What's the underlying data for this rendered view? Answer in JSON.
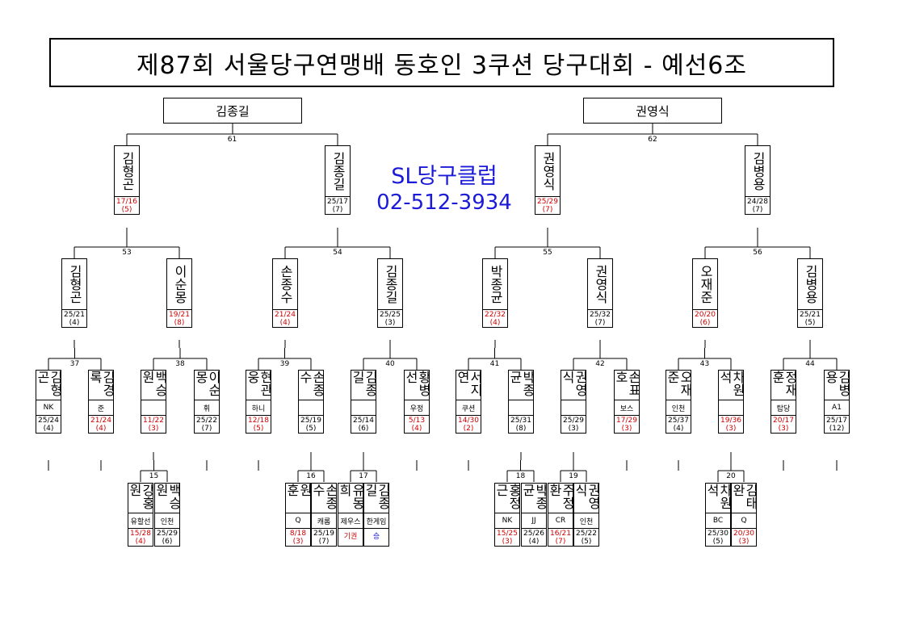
{
  "title": "제87회 서울당구연맹배 동호인 3쿠션 당구대회 - 예선6조",
  "sponsor": {
    "name": "SL당구클럽",
    "phone": "02-512-3934"
  },
  "finalists": [
    "김종길",
    "권영식"
  ],
  "colors": {
    "win": "#000000",
    "loss": "#d00000",
    "sponsor": "#1a1ad8"
  },
  "match_numbers": [
    "61",
    "62",
    "53",
    "54",
    "55",
    "56",
    "37",
    "38",
    "39",
    "40",
    "41",
    "42",
    "43",
    "44",
    "15",
    "16",
    "17",
    "18",
    "19",
    "20"
  ],
  "players": [
    {
      "name": "김형곤",
      "club": "",
      "score": "17/16",
      "hr": "(5)",
      "loss": true
    },
    {
      "name": "김종길",
      "club": "",
      "score": "25/17",
      "hr": "(7)",
      "loss": false
    },
    {
      "name": "권영식",
      "club": "",
      "score": "25/29",
      "hr": "(7)",
      "loss": true
    },
    {
      "name": "김병용",
      "club": "",
      "score": "24/28",
      "hr": "(7)",
      "loss": false
    },
    {
      "name": "김형곤",
      "club": "",
      "score": "25/21",
      "hr": "(4)",
      "loss": false
    },
    {
      "name": "이순몽",
      "club": "",
      "score": "19/21",
      "hr": "(8)",
      "loss": true
    },
    {
      "name": "손종수",
      "club": "",
      "score": "21/24",
      "hr": "(4)",
      "loss": true
    },
    {
      "name": "김종길",
      "club": "",
      "score": "25/25",
      "hr": "(3)",
      "loss": false
    },
    {
      "name": "박종균",
      "club": "",
      "score": "22/32",
      "hr": "(4)",
      "loss": true
    },
    {
      "name": "권영식",
      "club": "",
      "score": "25/32",
      "hr": "(7)",
      "loss": false
    },
    {
      "name": "오재준",
      "club": "",
      "score": "20/20",
      "hr": "(6)",
      "loss": true
    },
    {
      "name": "김병용",
      "club": "",
      "score": "25/21",
      "hr": "(5)",
      "loss": false
    },
    {
      "name": "김형곤",
      "club": "NK",
      "score": "25/24",
      "hr": "(4)",
      "loss": false
    },
    {
      "name": "김경록",
      "club": "준",
      "score": "21/24",
      "hr": "(4)",
      "loss": true
    },
    {
      "name": "백승원",
      "club": "",
      "score": "11/22",
      "hr": "(3)",
      "loss": true
    },
    {
      "name": "이순몽",
      "club": "휘",
      "score": "25/22",
      "hr": "(7)",
      "loss": false
    },
    {
      "name": "현관웅",
      "club": "하니",
      "score": "12/18",
      "hr": "(5)",
      "loss": true
    },
    {
      "name": "손종수",
      "club": "",
      "score": "25/19",
      "hr": "(5)",
      "loss": false
    },
    {
      "name": "김종길",
      "club": "",
      "score": "25/14",
      "hr": "(6)",
      "loss": false
    },
    {
      "name": "황병선",
      "club": "우정",
      "score": "5/13",
      "hr": "(4)",
      "loss": true
    },
    {
      "name": "서지연",
      "club": "쿠션",
      "score": "14/30",
      "hr": "(2)",
      "loss": true
    },
    {
      "name": "박종균",
      "club": "",
      "score": "25/31",
      "hr": "(8)",
      "loss": false
    },
    {
      "name": "권영식",
      "club": "",
      "score": "25/29",
      "hr": "(3)",
      "loss": false
    },
    {
      "name": "손표호",
      "club": "보스",
      "score": "17/29",
      "hr": "(3)",
      "loss": true
    },
    {
      "name": "오재준",
      "club": "인천",
      "score": "25/37",
      "hr": "(4)",
      "loss": false
    },
    {
      "name": "차원석",
      "club": "",
      "score": "19/36",
      "hr": "(3)",
      "loss": true
    },
    {
      "name": "정재훈",
      "club": "탑당",
      "score": "20/17",
      "hr": "(3)",
      "loss": true
    },
    {
      "name": "김병용",
      "club": "A1",
      "score": "25/17",
      "hr": "(12)",
      "loss": false
    },
    {
      "name": "강홍원",
      "club": "유할선",
      "score": "15/28",
      "hr": "(4)",
      "loss": true
    },
    {
      "name": "백승원",
      "club": "인천",
      "score": "25/29",
      "hr": "(6)",
      "loss": false
    },
    {
      "name": "원 훈",
      "club": "Q",
      "score": "8/18",
      "hr": "(3)",
      "loss": true
    },
    {
      "name": "손종수",
      "club": "캐롬",
      "score": "25/19",
      "hr": "(7)",
      "loss": false
    },
    {
      "name": "유동희",
      "club": "제우스",
      "score": "기권",
      "hr": "",
      "loss": true
    },
    {
      "name": "김종길",
      "club": "한게임",
      "score": "승",
      "hr": "",
      "loss": false,
      "blue": true
    },
    {
      "name": "홍정근",
      "club": "NK",
      "score": "15/25",
      "hr": "(3)",
      "loss": true
    },
    {
      "name": "박종균",
      "club": "JJ",
      "score": "25/26",
      "hr": "(4)",
      "loss": false
    },
    {
      "name": "주정환",
      "club": "CR",
      "score": "16/21",
      "hr": "(7)",
      "loss": true
    },
    {
      "name": "권영식",
      "club": "인천",
      "score": "25/22",
      "hr": "(5)",
      "loss": false
    },
    {
      "name": "차원석",
      "club": "BC",
      "score": "25/30",
      "hr": "(5)",
      "loss": false
    },
    {
      "name": "김태완",
      "club": "Q",
      "score": "20/30",
      "hr": "(3)",
      "loss": true
    }
  ]
}
